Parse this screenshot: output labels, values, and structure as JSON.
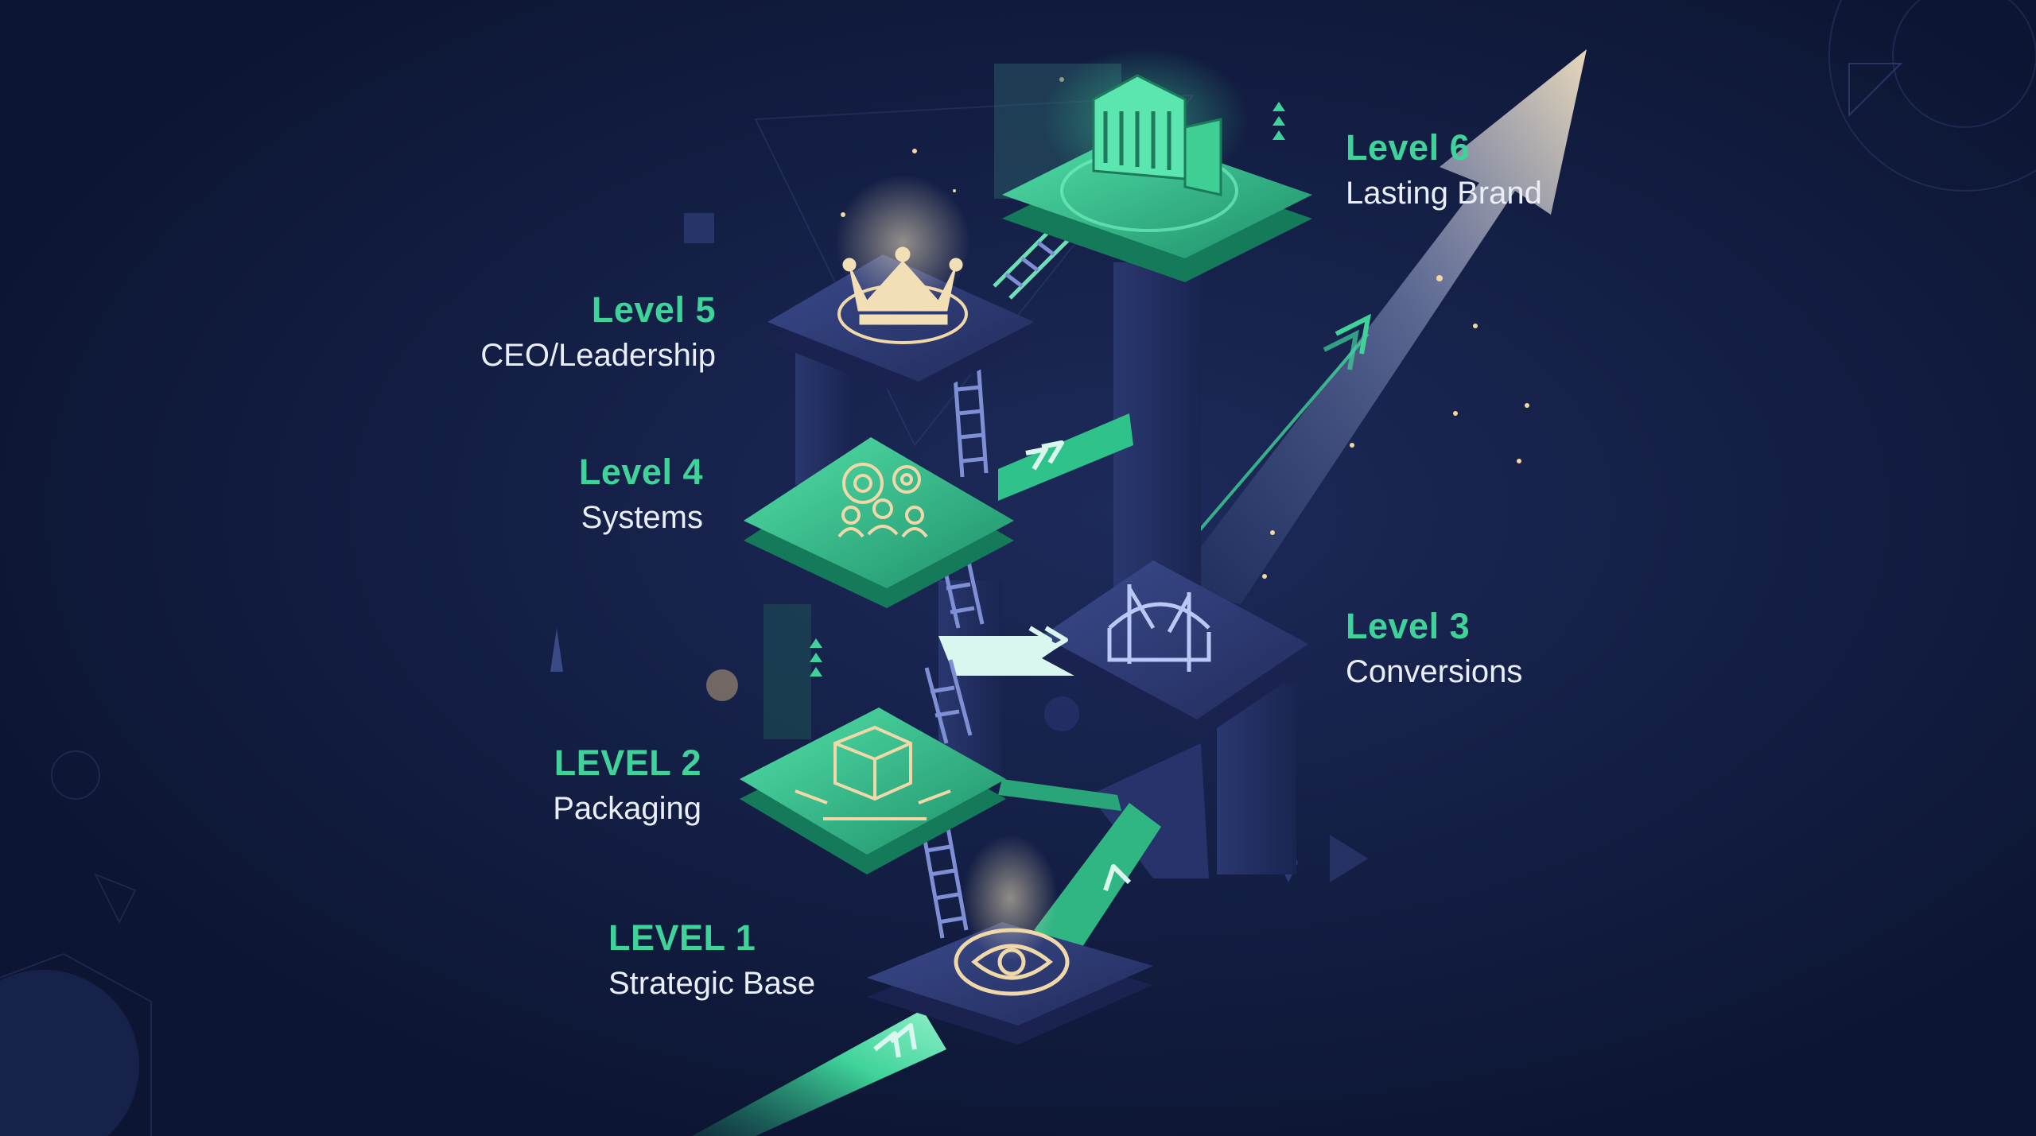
{
  "levels": [
    {
      "id": "1",
      "title": "LEVEL 1",
      "subtitle": "Strategic Base",
      "icon": "eye-icon"
    },
    {
      "id": "2",
      "title": "LEVEL 2",
      "subtitle": "Packaging",
      "icon": "box-icon"
    },
    {
      "id": "3",
      "title": "Level 3",
      "subtitle": "Conversions",
      "icon": "bridge-icon"
    },
    {
      "id": "4",
      "title": "Level 4",
      "subtitle": "Systems",
      "icon": "gears-team-icon"
    },
    {
      "id": "5",
      "title": "Level 5",
      "subtitle": "CEO/Leadership",
      "icon": "crown-icon"
    },
    {
      "id": "6",
      "title": "Level 6",
      "subtitle": "Lasting Brand",
      "icon": "building-icon"
    }
  ],
  "colors": {
    "background": "#0f1a38",
    "accent_green": "#3fd39a",
    "gold": "#f0d8a8",
    "tile_navy": "#2a3770"
  }
}
